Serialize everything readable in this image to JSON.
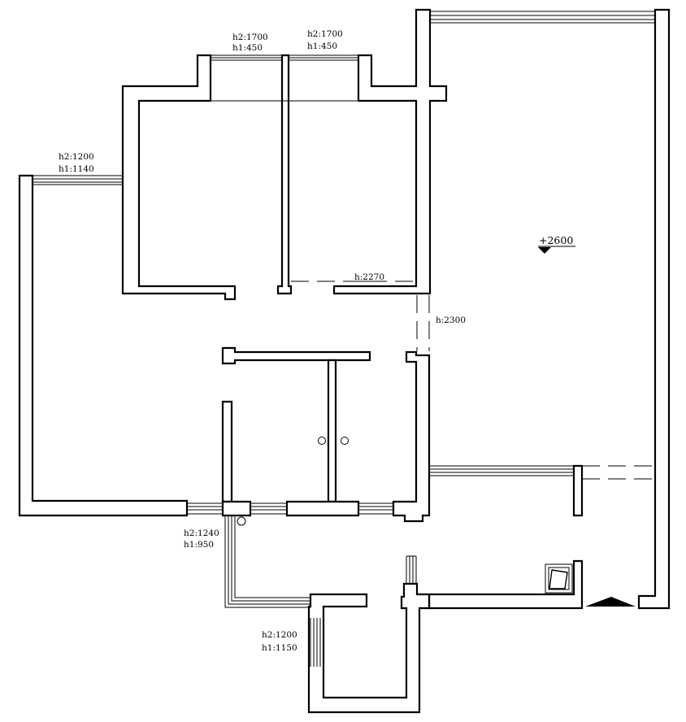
{
  "annotations": {
    "window_top_left_h2": "h2:1700",
    "window_top_left_h1": "h1:450",
    "window_top_right_h2": "h2:1700",
    "window_top_right_h1": "h1:450",
    "window_left_h2": "h2:1200",
    "window_left_h1": "h1:1140",
    "beam_h_bedroom": "h:2270",
    "beam_h_passage": "h:2300",
    "window_bottom_h2": "h2:1240",
    "window_bottom_h1": "h1:950",
    "window_bay_h2": "h2:1200",
    "window_bay_h1": "h1:1150"
  },
  "level": {
    "value": "+2600"
  },
  "colors": {
    "line": "#000000",
    "background": "#ffffff"
  }
}
